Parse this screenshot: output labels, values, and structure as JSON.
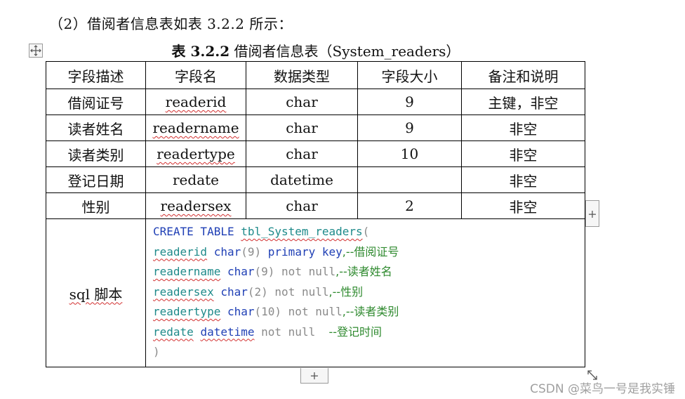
{
  "heading": "（2）借阅者信息表如表 3.2.2 所示：",
  "caption": {
    "prefix": "表 3.2.2",
    "title": "借阅者信息表（System_readers）"
  },
  "table": {
    "headers": [
      "字段描述",
      "字段名",
      "数据类型",
      "字段大小",
      "备注和说明"
    ],
    "rows": [
      [
        "借阅证号",
        "readerid",
        "char",
        "9",
        "主键，非空"
      ],
      [
        "读者姓名",
        "readername",
        "char",
        "9",
        "非空"
      ],
      [
        "读者类别",
        "readertype",
        "char",
        "10",
        "非空"
      ],
      [
        "登记日期",
        "redate",
        "datetime",
        "",
        "非空"
      ],
      [
        "性别",
        "readersex",
        "char",
        "2",
        "非空"
      ]
    ],
    "sql_label": "sql 脚本",
    "sql": {
      "l1_kw": "CREATE TABLE",
      "l1_name": "tbl_System_readers",
      "l1_paren": "(",
      "l2_col": "readerid",
      "l2_type": "char",
      "l2_size": "(9)",
      "l2_kw": "primary key",
      "l2_cm": ",--借阅证号",
      "l3_col": "readername",
      "l3_type": "char",
      "l3_size": "(9)",
      "l3_nn": "not null",
      "l3_cm": ",--读者姓名",
      "l4_col": "readersex",
      "l4_type": "char",
      "l4_size": "(2)",
      "l4_nn": "not null",
      "l4_cm": ",--性别",
      "l5_col": "readertype",
      "l5_type": "char",
      "l5_size": "(10)",
      "l5_nn": "not null",
      "l5_cm": ",--读者类别",
      "l6_col": "redate",
      "l6_type": "datetime",
      "l6_nn": "not null",
      "l6_cm": "--登记时间",
      "l7": ")"
    }
  },
  "controls": {
    "add_row": "+",
    "add_column": "+"
  },
  "watermark": "CSDN @菜鸟一号是我实锤"
}
